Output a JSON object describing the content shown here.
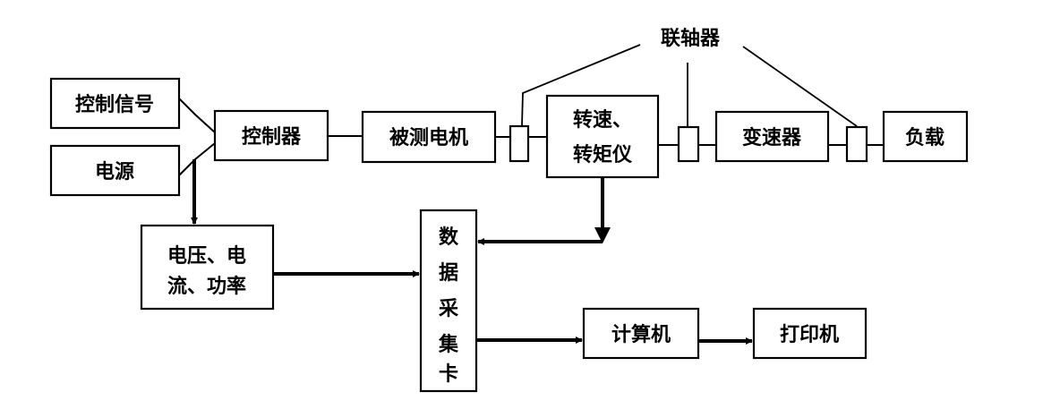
{
  "title": "",
  "callout": {
    "label": "联轴器"
  },
  "nodes": {
    "control_signal": {
      "lines": [
        "控制信号"
      ]
    },
    "power_supply": {
      "lines": [
        "电源"
      ]
    },
    "controller": {
      "lines": [
        "控制器"
      ]
    },
    "motor_under_test": {
      "lines": [
        "被测电机"
      ]
    },
    "speed_torque_meter": {
      "lines": [
        "转速、",
        "转矩仪"
      ]
    },
    "gearbox": {
      "lines": [
        "变速器"
      ]
    },
    "load": {
      "lines": [
        "负载"
      ]
    },
    "voltage_current_power": {
      "lines": [
        "电压、电",
        "流、功率"
      ]
    },
    "daq_card": {
      "lines": [
        "数",
        "据",
        "采",
        "集",
        "卡"
      ]
    },
    "computer": {
      "lines": [
        "计算机"
      ]
    },
    "printer": {
      "lines": [
        "打印机"
      ]
    }
  },
  "edges": [
    {
      "from": "control_signal",
      "to": "controller",
      "arrow": false
    },
    {
      "from": "power_supply",
      "to": "controller",
      "arrow": false
    },
    {
      "from": "controller",
      "to": "motor_under_test",
      "arrow": false
    },
    {
      "from": "motor_under_test",
      "to": "coupling_1",
      "arrow": false
    },
    {
      "from": "coupling_1",
      "to": "speed_torque_meter",
      "arrow": false
    },
    {
      "from": "speed_torque_meter",
      "to": "coupling_2",
      "arrow": false
    },
    {
      "from": "coupling_2",
      "to": "gearbox",
      "arrow": false
    },
    {
      "from": "gearbox",
      "to": "coupling_3",
      "arrow": false
    },
    {
      "from": "coupling_3",
      "to": "load",
      "arrow": false
    },
    {
      "from": "controller",
      "to": "voltage_current_power",
      "arrow": true
    },
    {
      "from": "voltage_current_power",
      "to": "daq_card",
      "arrow": true
    },
    {
      "from": "speed_torque_meter",
      "to": "daq_card",
      "arrow": true
    },
    {
      "from": "daq_card",
      "to": "computer",
      "arrow": true
    },
    {
      "from": "computer",
      "to": "printer",
      "arrow": true
    }
  ],
  "couplings": [
    "coupling_1",
    "coupling_2",
    "coupling_3"
  ]
}
